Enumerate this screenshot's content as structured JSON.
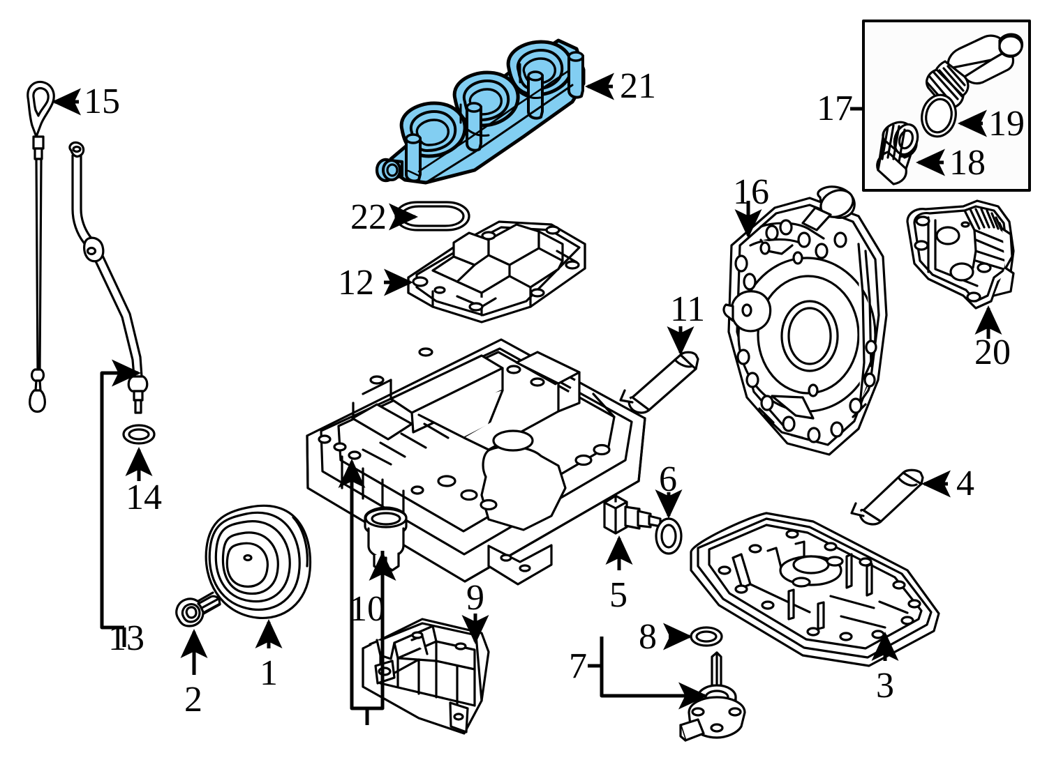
{
  "diagram": {
    "title": "Engine Oil System Exploded Parts Diagram",
    "background_color": "#ffffff",
    "line_color": "#000000",
    "highlight_color": "#82cef2",
    "highlight_part": "21"
  },
  "callouts": {
    "n1": "1",
    "n2": "2",
    "n3": "3",
    "n4": "4",
    "n5": "5",
    "n6": "6",
    "n7": "7",
    "n8": "8",
    "n9": "9",
    "n10": "10",
    "n11": "11",
    "n12": "12",
    "n13": "13",
    "n14": "14",
    "n15": "15",
    "n16": "16",
    "n17": "17",
    "n18": "18",
    "n19": "19",
    "n20": "20",
    "n21": "21",
    "n22": "22"
  },
  "parts": [
    {
      "number": "1",
      "name": "crankshaft-pulley",
      "pointer": "arrow-up"
    },
    {
      "number": "2",
      "name": "pulley-bolt",
      "pointer": "arrow-up"
    },
    {
      "number": "3",
      "name": "lower-oil-pan",
      "pointer": "arrow-up"
    },
    {
      "number": "4",
      "name": "sealant-tube-lower",
      "pointer": "arrow-left"
    },
    {
      "number": "5",
      "name": "oil-drain-plug",
      "pointer": "arrow-up"
    },
    {
      "number": "6",
      "name": "drain-plug-seal-washer",
      "pointer": "arrow-down"
    },
    {
      "number": "7",
      "name": "oil-level-sensor-assembly",
      "pointer": "bracket"
    },
    {
      "number": "8",
      "name": "oil-level-sensor-o-ring",
      "pointer": "arrow-right"
    },
    {
      "number": "9",
      "name": "oil-baffle-windage-tray",
      "pointer": "arrow-down"
    },
    {
      "number": "10",
      "name": "upper-oil-pan-and-filler-cap",
      "pointer": "bracket"
    },
    {
      "number": "11",
      "name": "sealant-tube-upper",
      "pointer": "arrow-down"
    },
    {
      "number": "12",
      "name": "engine-cover-baffle",
      "pointer": "arrow-right"
    },
    {
      "number": "13",
      "name": "dipstick-guide-tube",
      "pointer": "bracket"
    },
    {
      "number": "14",
      "name": "guide-tube-o-ring",
      "pointer": "arrow-up"
    },
    {
      "number": "15",
      "name": "oil-dipstick",
      "pointer": "arrow-left"
    },
    {
      "number": "16",
      "name": "rear-main-seal-housing",
      "pointer": "arrow-down"
    },
    {
      "number": "17",
      "name": "oil-filter-assembly-box",
      "pointer": "leader-line"
    },
    {
      "number": "18",
      "name": "oil-filter-element",
      "pointer": "arrow-left"
    },
    {
      "number": "19",
      "name": "oil-filter-o-ring",
      "pointer": "arrow-left"
    },
    {
      "number": "20",
      "name": "engine-oil-cooler",
      "pointer": "arrow-up"
    },
    {
      "number": "21",
      "name": "valve-cover-intake-manifold",
      "pointer": "arrow-left"
    },
    {
      "number": "22",
      "name": "valve-cover-oval-gasket",
      "pointer": "arrow-right"
    }
  ]
}
